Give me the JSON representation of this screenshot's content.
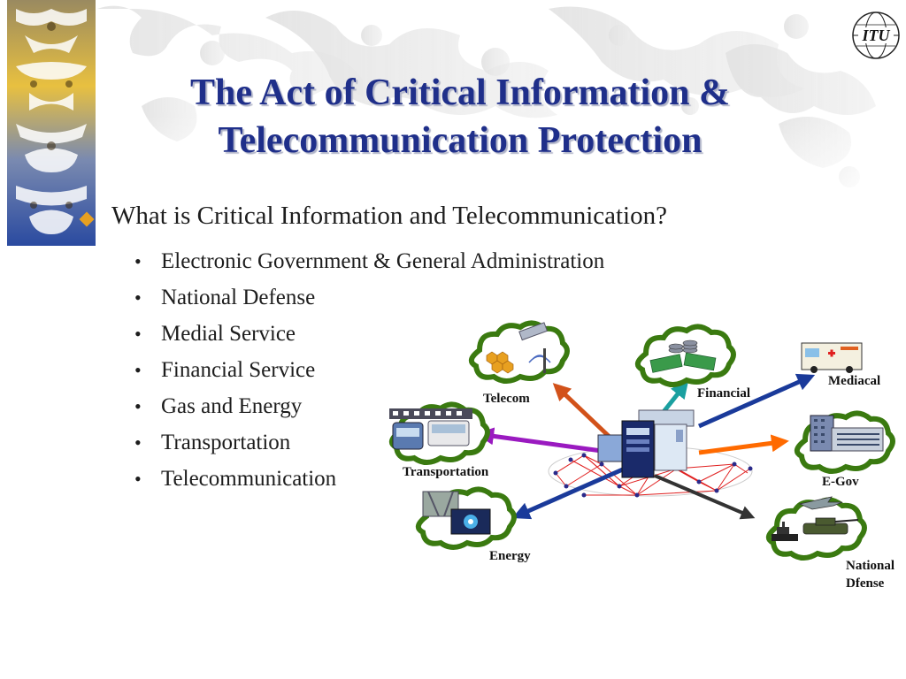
{
  "slide": {
    "title_line1": "The Act of Critical Information &",
    "title_line2": "Telecommunication Protection",
    "logo_text": "ITU",
    "main_bullet": "What is Critical Information and Telecommunication?",
    "sub_bullets": [
      "Electronic Government & General Administration",
      "National Defense",
      "Medial Service",
      "Financial Service",
      "Gas and Energy",
      "Transportation",
      "Telecommunication"
    ]
  },
  "diagram": {
    "labels": {
      "telecom": "Telecom",
      "financial": "Financial",
      "mediacal": "Mediacal",
      "transportation": "Transportation",
      "egov": "E-Gov",
      "energy": "Energy",
      "national_line1": "National",
      "national_line2": "Dfense"
    },
    "colors": {
      "title": "#1f2f8a",
      "bullet_diamond": "#e8a020",
      "cloud_outline": "#3a7a10",
      "arrow_telecom": "#d2521a",
      "arrow_financial": "#1aa0a0",
      "arrow_medical": "#1a3a9a",
      "arrow_transport": "#9a1ac0",
      "arrow_egov": "#ff6a00",
      "arrow_energy": "#1a3a9a",
      "arrow_defense": "#333333"
    }
  }
}
